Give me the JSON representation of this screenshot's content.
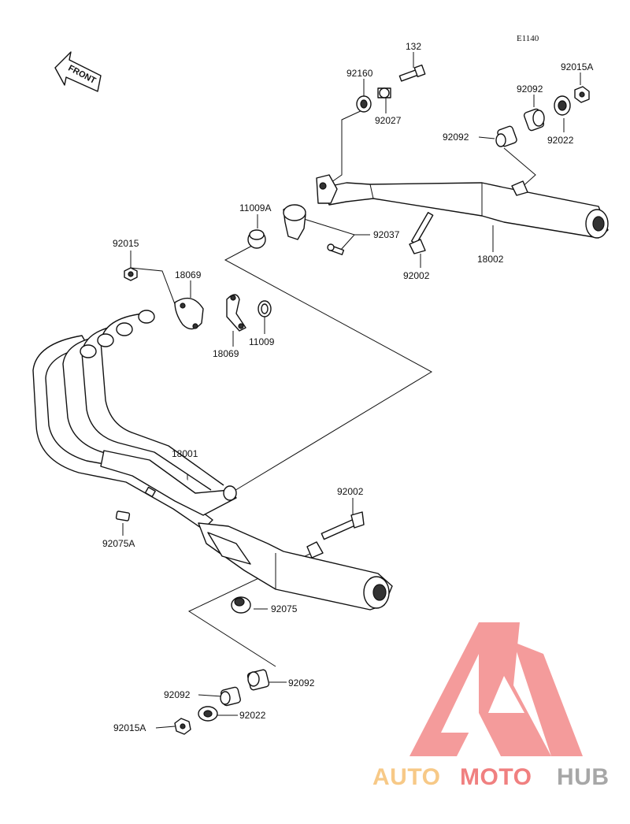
{
  "diagram": {
    "code": "E1140",
    "front_label": "FRONT",
    "callouts": [
      {
        "id": "132",
        "text": "132"
      },
      {
        "id": "92160",
        "text": "92160"
      },
      {
        "id": "92027",
        "text": "92027"
      },
      {
        "id": "92015A_top",
        "text": "92015A"
      },
      {
        "id": "92092_top_a",
        "text": "92092"
      },
      {
        "id": "92092_top_b",
        "text": "92092"
      },
      {
        "id": "92022_top",
        "text": "92022"
      },
      {
        "id": "11009A",
        "text": "11009A"
      },
      {
        "id": "92037",
        "text": "92037"
      },
      {
        "id": "92002_top",
        "text": "92002"
      },
      {
        "id": "18002",
        "text": "18002"
      },
      {
        "id": "92015",
        "text": "92015"
      },
      {
        "id": "18069_a",
        "text": "18069"
      },
      {
        "id": "18069_b",
        "text": "18069"
      },
      {
        "id": "11009",
        "text": "11009"
      },
      {
        "id": "18001",
        "text": "18001"
      },
      {
        "id": "92002_bottom",
        "text": "92002"
      },
      {
        "id": "92075A",
        "text": "92075A"
      },
      {
        "id": "92075",
        "text": "92075"
      },
      {
        "id": "92092_bottom_a",
        "text": "92092"
      },
      {
        "id": "92092_bottom_b",
        "text": "92092"
      },
      {
        "id": "92022_bottom",
        "text": "92022"
      },
      {
        "id": "92015A_bottom",
        "text": "92015A"
      }
    ]
  },
  "watermark": {
    "part1": "AUTO",
    "part2": "MOTO",
    "part3": "HUB",
    "color_light": "#f7c987",
    "color_red": "#f08080",
    "color_gray": "#a7a7a7"
  }
}
